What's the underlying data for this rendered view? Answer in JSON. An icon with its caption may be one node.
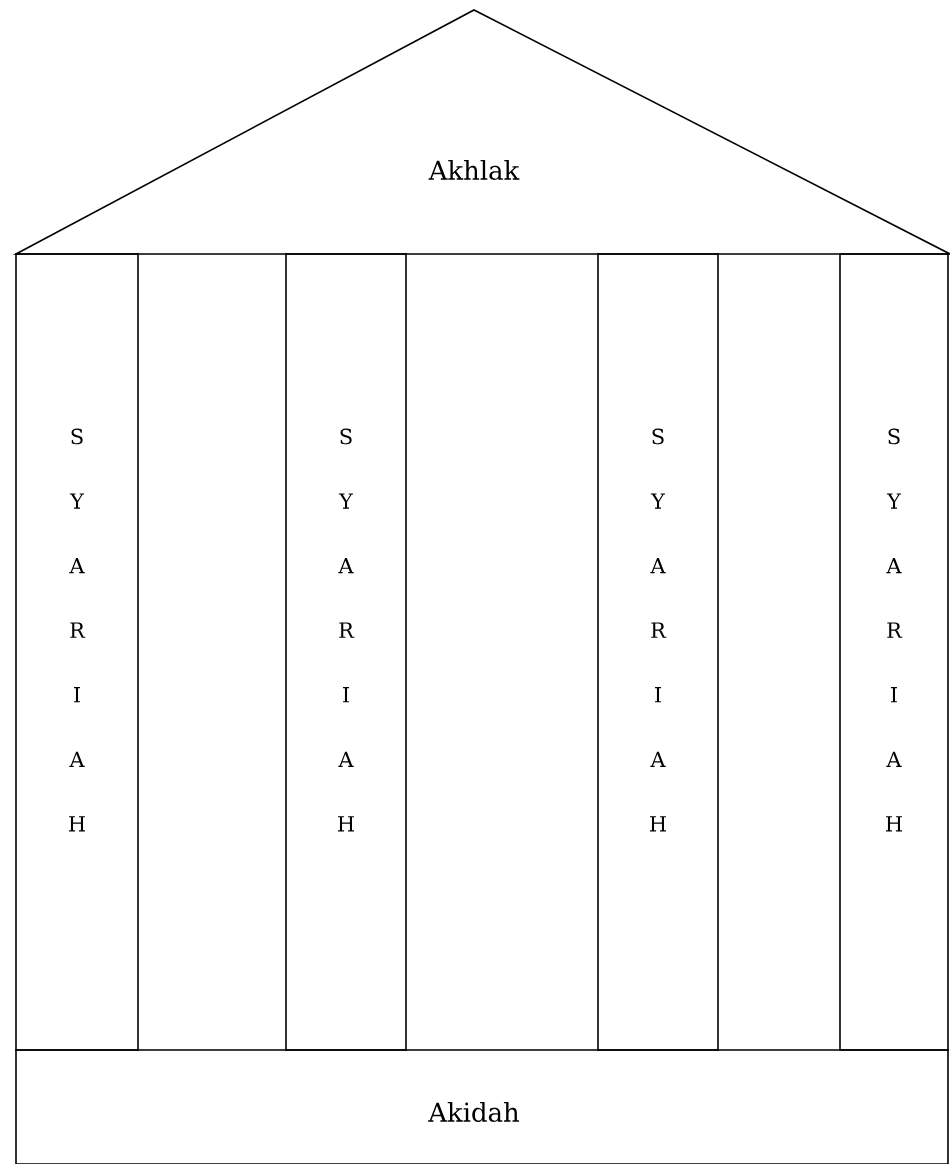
{
  "diagram": {
    "nodes": [
      {
        "text": [
          "Akhlak"
        ]
      },
      {
        "text": [
          "SYARIAH"
        ]
      },
      {
        "text": [
          "SYARIAH"
        ]
      },
      {
        "text": [
          "SYARIAH"
        ]
      },
      {
        "text": [
          "SYARIAH"
        ]
      },
      {
        "text": [
          "Akidah"
        ]
      }
    ]
  }
}
